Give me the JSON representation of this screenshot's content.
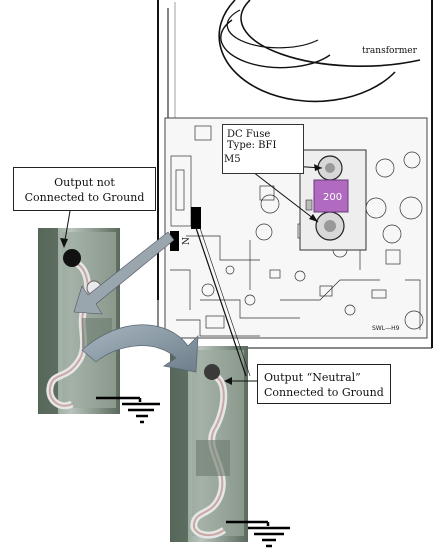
{
  "labels": {
    "transformer": "transformer",
    "fuse_line1": "DC Fuse",
    "fuse_line2": "Type:  BFI",
    "m5": "M5",
    "fuse_value": "200",
    "n_marker": "N",
    "board_code": "SWL—H9",
    "output_not_line1": "Output not",
    "output_not_line2": "Connected to Ground",
    "output_neutral_line1": "Output “Neutral”",
    "output_neutral_line2": "Connected to Ground"
  },
  "colors": {
    "fuse": "#b06ac0",
    "arrow": "#8a9aa6",
    "ground": "#000000",
    "board_line": "#222222"
  }
}
